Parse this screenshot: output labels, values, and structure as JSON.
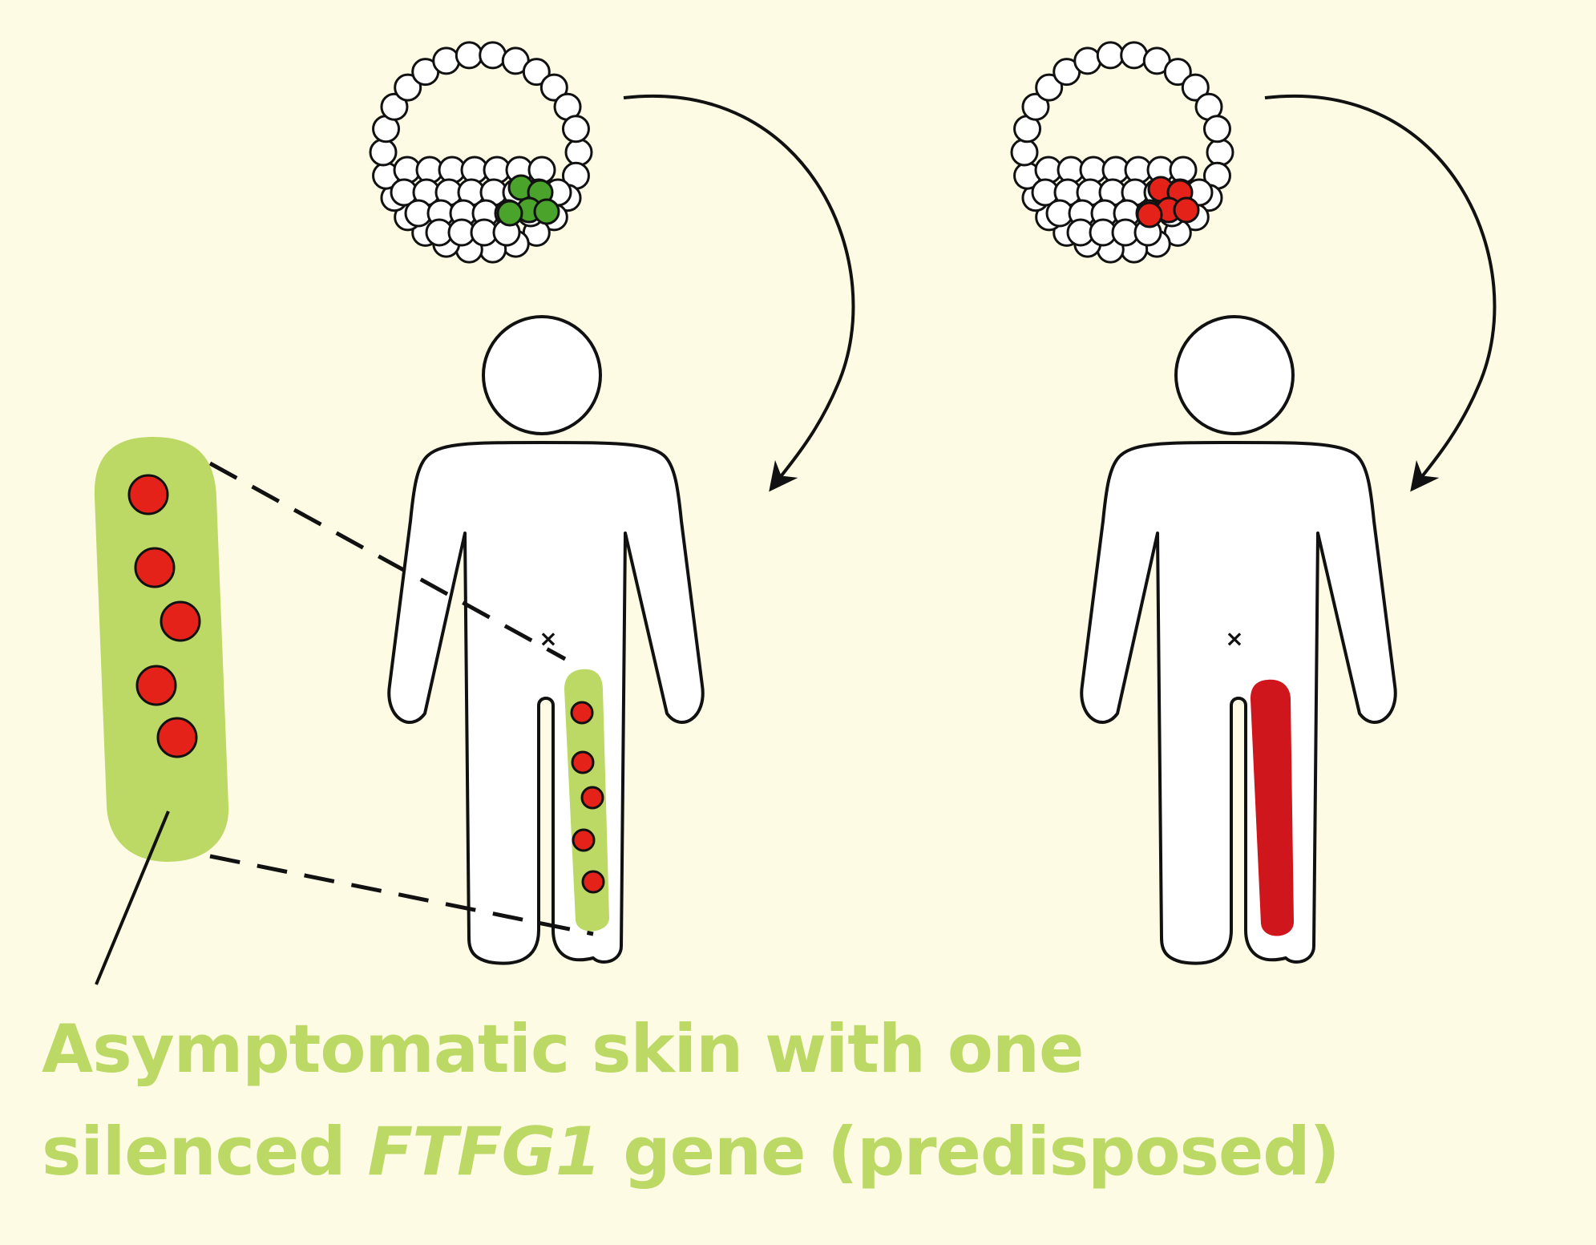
{
  "caption": {
    "line1": "Asymptomatic skin with one",
    "line2_before": "silenced ",
    "line2_gene": "FTFG1",
    "line2_after": " gene (predisposed)"
  },
  "colors": {
    "background": "#fdfbe4",
    "mosaic_green": "#bcd865",
    "lesion_red": "#cf161c",
    "spot_red": "#e4221a",
    "embryo_green": "#4aa32a",
    "outline": "#111111"
  },
  "icons": {
    "left_embryo": "blastocyst-green-cells-icon",
    "right_embryo": "blastocyst-red-cells-icon",
    "left_person": "person-outline-icon",
    "right_person": "person-outline-icon"
  }
}
